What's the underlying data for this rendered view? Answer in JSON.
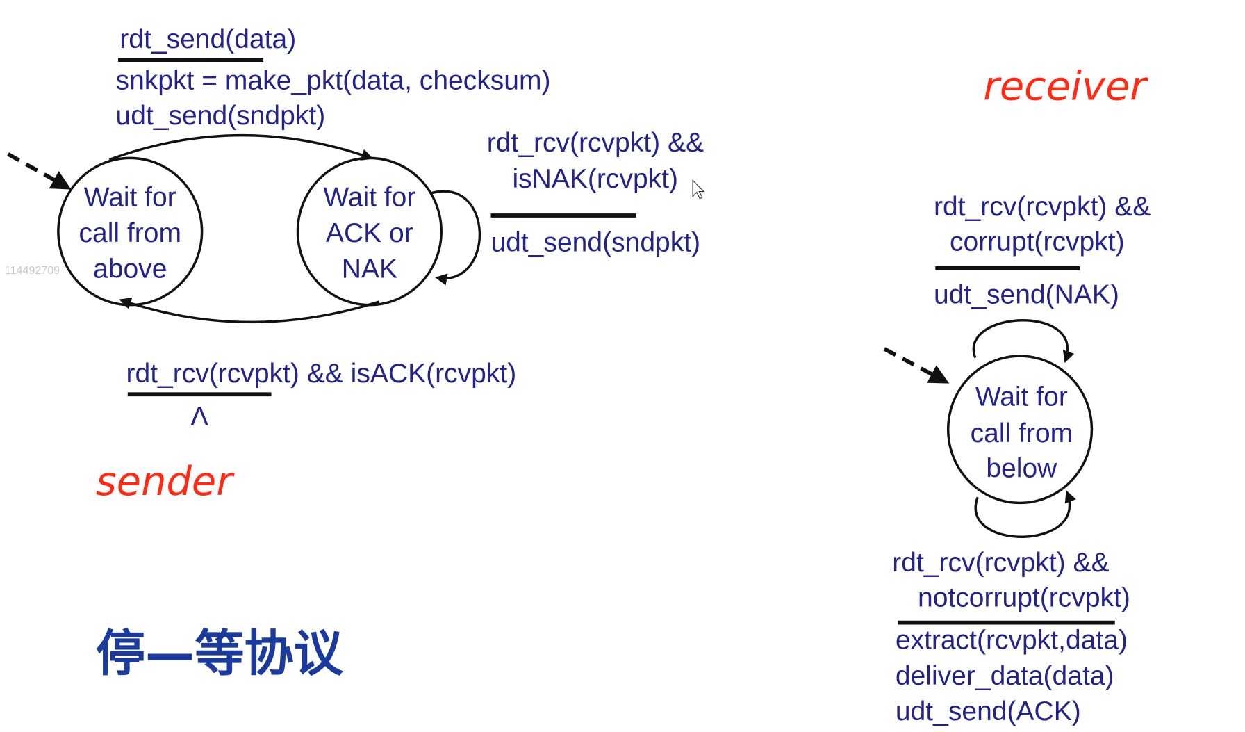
{
  "title": "停—等协议",
  "watermark": "114492709",
  "colors": {
    "text": "#23238a",
    "label": "#ff2a14",
    "title": "#1a3a9e"
  },
  "sender": {
    "label": "sender",
    "init_event": "rdt_send(data)",
    "init_actions": [
      "snkpkt = make_pkt(data, checksum)",
      "udt_send(sndpkt)"
    ],
    "state_1": [
      "Wait for",
      "call from",
      "above"
    ],
    "state_2": [
      "Wait for",
      "ACK or",
      "NAK"
    ],
    "nak_event": [
      "rdt_rcv(rcvpkt) &&",
      "isNAK(rcvpkt)"
    ],
    "nak_action": "udt_send(sndpkt)",
    "ack_event": "rdt_rcv(rcvpkt) && isACK(rcvpkt)",
    "ack_action": "Λ"
  },
  "receiver": {
    "label": "receiver",
    "corrupt_event": [
      "rdt_rcv(rcvpkt) &&",
      "corrupt(rcvpkt)"
    ],
    "corrupt_action": "udt_send(NAK)",
    "state": [
      "Wait for",
      "call from",
      "below"
    ],
    "ok_event": [
      "rdt_rcv(rcvpkt) &&",
      "notcorrupt(rcvpkt)"
    ],
    "ok_actions": [
      "extract(rcvpkt,data)",
      "deliver_data(data)",
      "udt_send(ACK)"
    ]
  }
}
